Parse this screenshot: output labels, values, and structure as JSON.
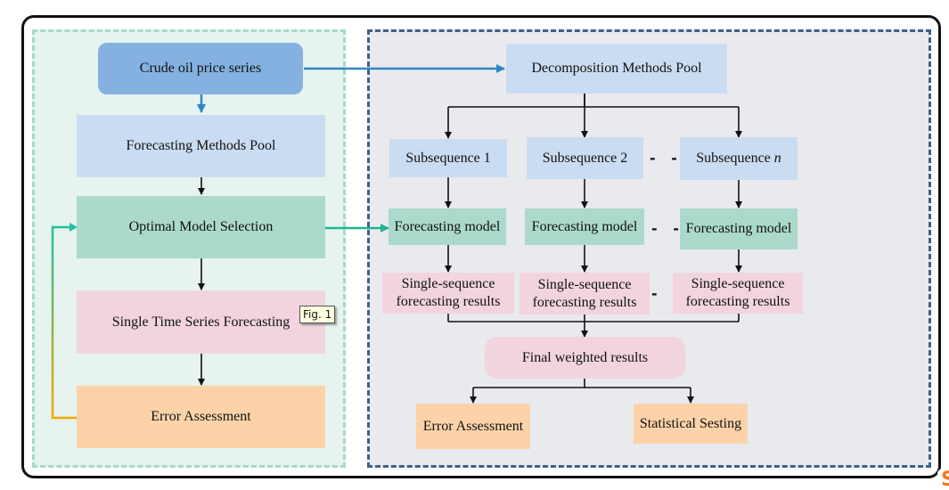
{
  "tooltip": {
    "label": "Fig. 1"
  },
  "left_panel": {
    "input": "Crude oil price series",
    "methods_pool": "Forecasting Methods Pool",
    "model_selection": "Optimal Model Selection",
    "single_forecast": "Single Time Series Forecasting",
    "error_assessment": "Error Assessment"
  },
  "right_panel": {
    "decomposition_pool": "Decomposition Methods Pool",
    "subsequences": [
      "Subsequence 1",
      "Subsequence 2",
      "Subsequence "
    ],
    "subsequence_n_var": "n",
    "forecasting_models": [
      "Forecasting model",
      "Forecasting model",
      "Forecasting model"
    ],
    "results_line1": [
      "Single-sequence",
      "Single-sequence",
      "Single-sequence"
    ],
    "results_line2": [
      "forecasting results",
      "forecasting results",
      "forecasting results"
    ],
    "ellipsis": "- -",
    "final_results": "Final weighted results",
    "error_assessment": "Error Assessment",
    "statistical_testing": "Statistical Sesting"
  },
  "colors": {
    "flow_blue": "#2e86c8",
    "flow_green": "#1fb38f",
    "feedback_orange": "#f5a800",
    "right_panel_border": "#3e6189",
    "left_panel_border": "#a8d9c8"
  }
}
